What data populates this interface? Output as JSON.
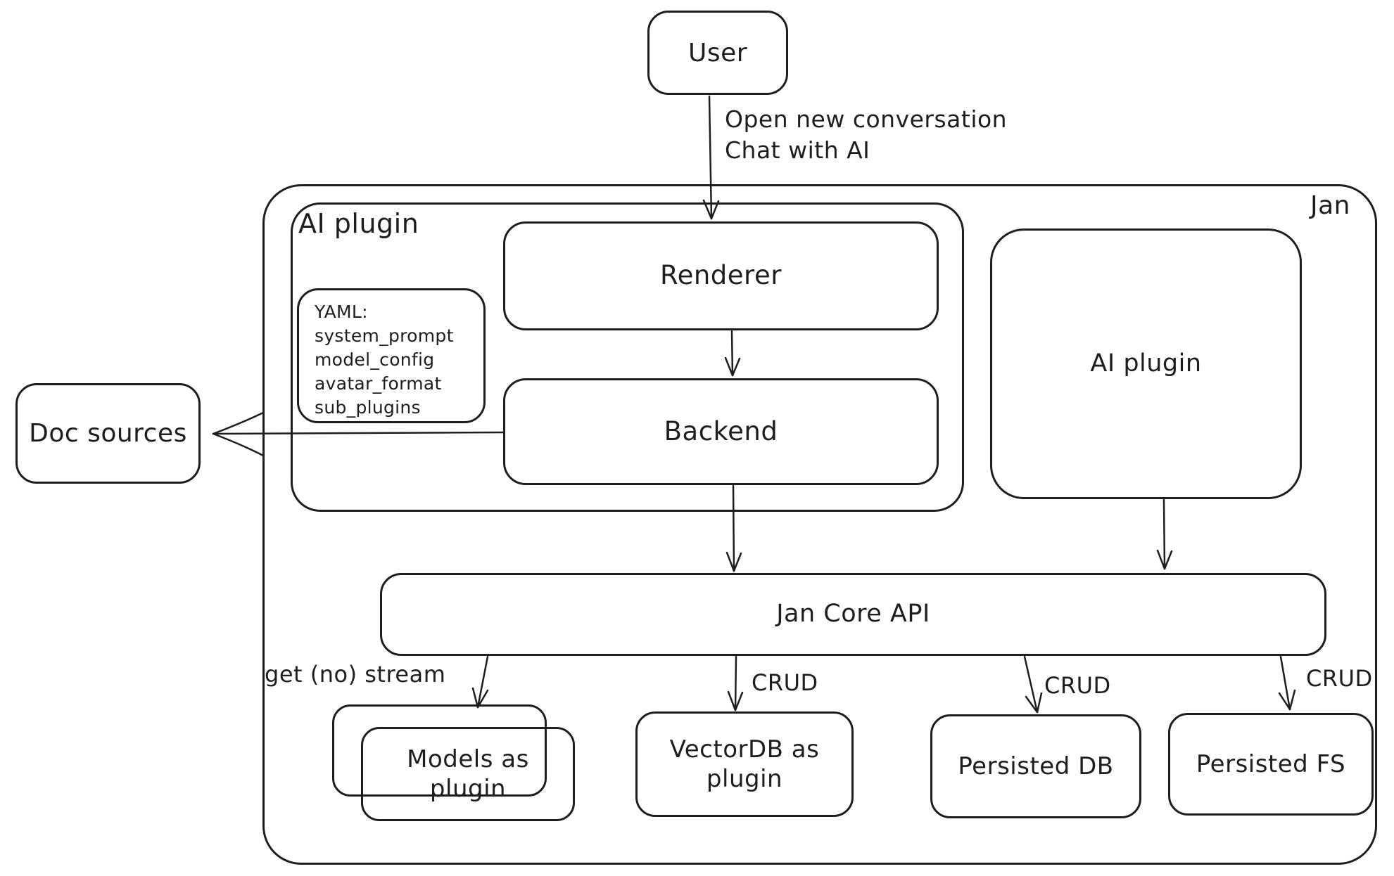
{
  "colors": {
    "stroke": "#1e1e1e",
    "background": "#ffffff"
  },
  "nodes": {
    "user": {
      "label": "User"
    },
    "jan_container": {
      "label": "Jan"
    },
    "ai_plugin_container": {
      "label": "AI plugin"
    },
    "yaml_note": {
      "lines": [
        "YAML:",
        "system_prompt",
        "model_config",
        "avatar_format",
        "sub_plugins"
      ]
    },
    "renderer": {
      "label": "Renderer"
    },
    "backend": {
      "label": "Backend"
    },
    "ai_plugin": {
      "label": "AI plugin"
    },
    "doc_sources": {
      "label": "Doc sources"
    },
    "jan_core_api": {
      "label": "Jan Core API"
    },
    "models": {
      "label": "Models as plugin"
    },
    "vectordb": {
      "label": "VectorDB as plugin"
    },
    "persisted_db": {
      "label": "Persisted DB"
    },
    "persisted_fs": {
      "label": "Persisted FS"
    }
  },
  "edges": {
    "user_to_renderer": {
      "label_line1": "Open new conversation",
      "label_line2": "Chat with AI"
    },
    "api_to_models": {
      "label": "get (no) stream"
    },
    "api_to_vectordb": {
      "label": "CRUD"
    },
    "api_to_persisted_db": {
      "label": "CRUD"
    },
    "api_to_persisted_fs": {
      "label": "CRUD"
    }
  }
}
